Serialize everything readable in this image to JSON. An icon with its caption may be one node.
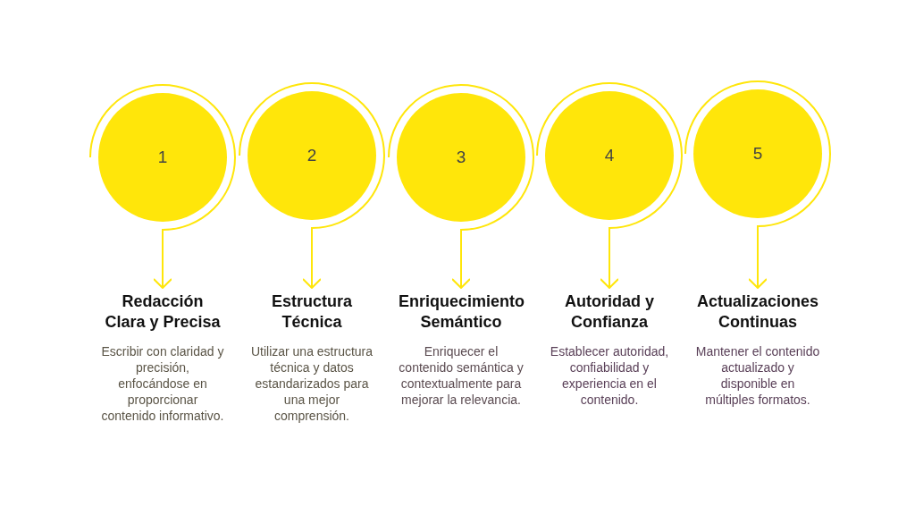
{
  "diagram": {
    "nodes": [
      {
        "text": [
          "1"
        ]
      },
      {
        "text": [
          "2"
        ]
      },
      {
        "text": [
          "3"
        ]
      },
      {
        "text": [
          "4"
        ]
      },
      {
        "text": [
          "5"
        ]
      },
      {
        "text": [
          "Redacción Clara y Precisa",
          "Escribir con claridad y precisión, enfocándose en proporcionar contenido informativo."
        ]
      },
      {
        "text": [
          "Estructura Técnica",
          "Utilizar una estructura técnica y datos estandarizados para una mejor comprensión."
        ]
      },
      {
        "text": [
          "Enriquecimiento Semántico",
          "Enriquecer el contenido semántica y contextualmente para mejorar la relevancia."
        ]
      },
      {
        "text": [
          "Autoridad y Confianza",
          "Establecer autoridad, confiabilidad y experiencia en el contenido."
        ]
      },
      {
        "text": [
          "Actualizaciones Continuas",
          "Mantener el contenido actualizado y disponible en múltiples formatos."
        ]
      }
    ],
    "edges": [
      {
        "from": 0,
        "to": 5,
        "arrow": "to"
      },
      {
        "from": 1,
        "to": 6,
        "arrow": "to"
      },
      {
        "from": 2,
        "to": 7,
        "arrow": "to"
      },
      {
        "from": 3,
        "to": 8,
        "arrow": "to"
      },
      {
        "from": 4,
        "to": 9,
        "arrow": "to"
      }
    ]
  }
}
